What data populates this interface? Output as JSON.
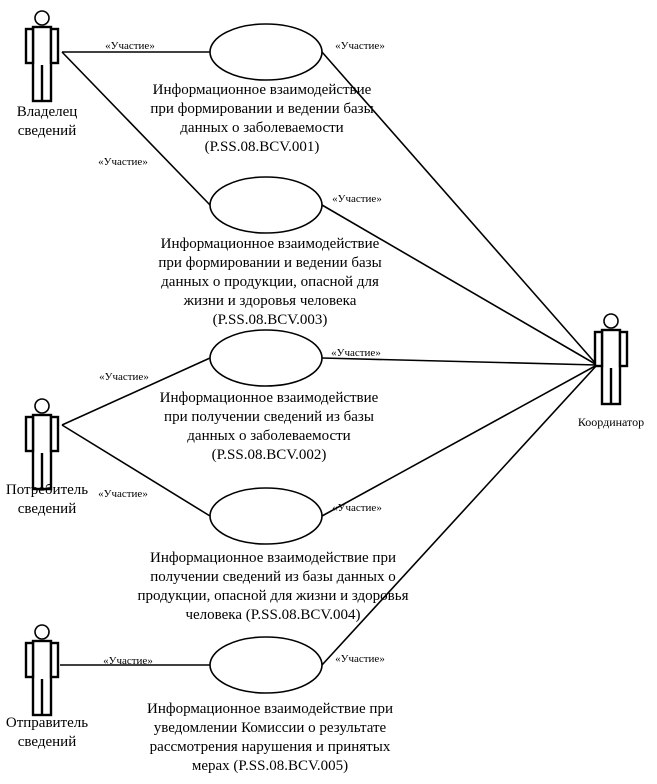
{
  "actors": [
    {
      "id": "owner",
      "lines": [
        "Владелец",
        "сведений"
      ]
    },
    {
      "id": "consumer",
      "lines": [
        "Потребитель",
        "сведений"
      ]
    },
    {
      "id": "sender",
      "lines": [
        "Отправитель",
        "сведений"
      ]
    },
    {
      "id": "coordinator",
      "lines": [
        "Координатор"
      ]
    }
  ],
  "use_cases": [
    {
      "id": "uc1",
      "lines": [
        "Информационное взаимодействие",
        "при формировании и ведении базы",
        "данных о заболеваемости",
        "(P.SS.08.BCV.001)"
      ]
    },
    {
      "id": "uc2",
      "lines": [
        "Информационное взаимодействие",
        "при формировании и ведении базы",
        "данных о продукции, опасной для",
        "жизни и здоровья человека",
        "(P.SS.08.BCV.003)"
      ]
    },
    {
      "id": "uc3",
      "lines": [
        "Информационное взаимодействие",
        "при получении сведений из базы",
        "данных о заболеваемости",
        "(P.SS.08.BCV.002)"
      ]
    },
    {
      "id": "uc4",
      "lines": [
        "Информационное взаимодействие при",
        "получении сведений из базы данных о",
        "продукции, опасной для жизни и здоровья",
        "человека (P.SS.08.BCV.004)"
      ]
    },
    {
      "id": "uc5",
      "lines": [
        "Информационное взаимодействие при",
        "уведомлении Комиссии о результате",
        "рассмотрения нарушения и принятых",
        "мерах (P.SS.08.BCV.005)"
      ]
    }
  ],
  "relation_label": "«Участие»",
  "links": [
    {
      "from": "owner",
      "to": "uc1"
    },
    {
      "from": "owner",
      "to": "uc2"
    },
    {
      "from": "consumer",
      "to": "uc3"
    },
    {
      "from": "consumer",
      "to": "uc4"
    },
    {
      "from": "sender",
      "to": "uc5"
    },
    {
      "from": "coordinator",
      "to": "uc1"
    },
    {
      "from": "coordinator",
      "to": "uc2"
    },
    {
      "from": "coordinator",
      "to": "uc3"
    },
    {
      "from": "coordinator",
      "to": "uc4"
    },
    {
      "from": "coordinator",
      "to": "uc5"
    }
  ]
}
